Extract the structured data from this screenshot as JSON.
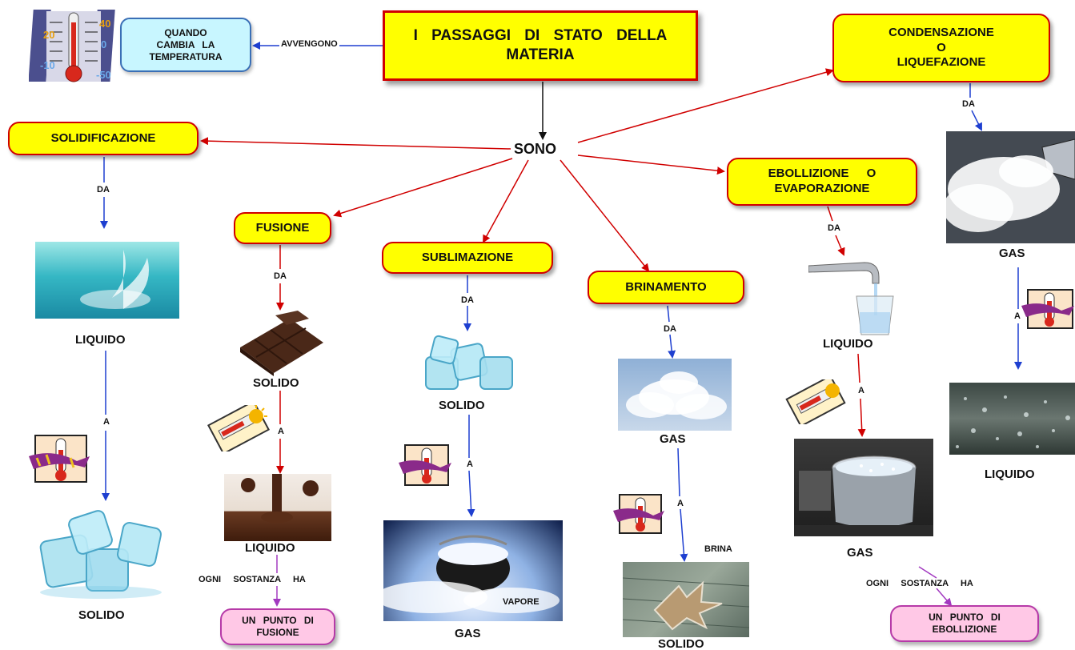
{
  "title": "I PASSAGGI DI STATO DELLA MATERIA",
  "quando_box": "QUANDO\nCAMBIA LA\nTEMPERATURA",
  "avvengono": "AVVENGONO",
  "sono": "SONO",
  "da": "DA",
  "a": "A",
  "processes": {
    "solidificazione": "SOLIDIFICAZIONE",
    "fusione": "FUSIONE",
    "sublimazione": "SUBLIMAZIONE",
    "brinamento": "BRINAMENTO",
    "ebollizione": "EBOLLIZIONE O\nEVAPORAZIONE",
    "condensazione": "CONDENSAZIONE\nO\nLIQUEFAZIONE"
  },
  "states": {
    "liquido": "LIQUIDO",
    "solido": "SOLIDO",
    "gas": "GAS",
    "vapore": "VAPORE",
    "brina": "BRINA"
  },
  "ogni_sostanza_ha": "OGNI     SOSTANZA     HA",
  "punto_fusione": "UN PUNTO DI\nFUSIONE",
  "punto_ebollizione": "UN PUNTO DI\nEBOLLIZIONE",
  "thermometer_numbers": [
    "20",
    "40",
    "0",
    "-10",
    "-50"
  ],
  "colors": {
    "box_fill": "#ffff00",
    "box_border": "#d00000",
    "arrow_red": "#d00000",
    "arrow_blue": "#1e3fd0",
    "arrow_purple": "#a23ac0",
    "arrow_black": "#111111",
    "pink_box": "#ffc8e6",
    "cyan_box": "#c8f6ff"
  }
}
